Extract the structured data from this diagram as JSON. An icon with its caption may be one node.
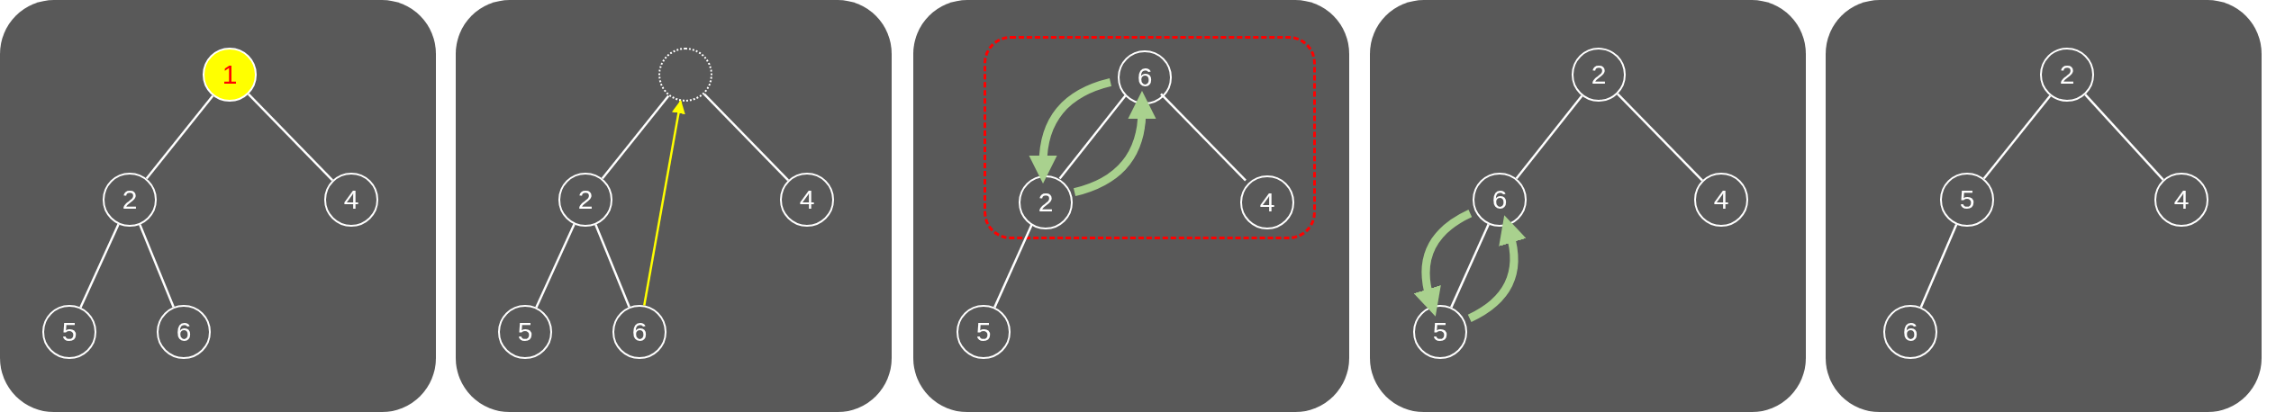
{
  "diagram": {
    "nodes": [
      {
        "text": [],
        "shape": "box"
      },
      {
        "text": [
          "1"
        ],
        "in": 0
      },
      {
        "text": [
          "2"
        ],
        "in": 0
      },
      {
        "text": [
          "4"
        ],
        "in": 0
      },
      {
        "text": [
          "5"
        ],
        "in": 0
      },
      {
        "text": [
          "6"
        ],
        "in": 0
      },
      {
        "text": [],
        "shape": "box"
      },
      {
        "text": [],
        "shape": "circle",
        "in": 6
      },
      {
        "text": [
          "2"
        ],
        "in": 6
      },
      {
        "text": [
          "4"
        ],
        "in": 6
      },
      {
        "text": [
          "5"
        ],
        "in": 6
      },
      {
        "text": [
          "6"
        ],
        "in": 6
      },
      {
        "text": [],
        "shape": "box"
      },
      {
        "text": [],
        "shape": "box",
        "in": 12
      },
      {
        "text": [
          "6"
        ],
        "in": 13
      },
      {
        "text": [
          "2"
        ],
        "in": 13
      },
      {
        "text": [
          "4"
        ],
        "in": 13
      },
      {
        "text": [
          "5"
        ],
        "in": 12
      },
      {
        "text": [],
        "shape": "box"
      },
      {
        "text": [
          "2"
        ],
        "in": 18
      },
      {
        "text": [
          "6"
        ],
        "in": 18
      },
      {
        "text": [
          "4"
        ],
        "in": 18
      },
      {
        "text": [
          "5"
        ],
        "in": 18
      },
      {
        "text": [],
        "shape": "box"
      },
      {
        "text": [
          "2"
        ],
        "in": 23
      },
      {
        "text": [
          "5"
        ],
        "in": 23
      },
      {
        "text": [
          "4"
        ],
        "in": 23
      },
      {
        "text": [
          "6"
        ],
        "in": 23
      }
    ],
    "edges": [
      {
        "from": 1,
        "to": 2,
        "arrow": "none"
      },
      {
        "from": 1,
        "to": 3,
        "arrow": "none"
      },
      {
        "from": 2,
        "to": 4,
        "arrow": "none"
      },
      {
        "from": 2,
        "to": 5,
        "arrow": "none"
      },
      {
        "from": 7,
        "to": 8,
        "arrow": "none"
      },
      {
        "from": 7,
        "to": 9,
        "arrow": "none"
      },
      {
        "from": 8,
        "to": 10,
        "arrow": "none"
      },
      {
        "from": 8,
        "to": 11,
        "arrow": "none"
      },
      {
        "from": 11,
        "to": 7,
        "arrow": "to",
        "color": "#ffff00"
      },
      {
        "from": 14,
        "to": 15,
        "arrow": "none"
      },
      {
        "from": 14,
        "to": 16,
        "arrow": "none"
      },
      {
        "from": 15,
        "to": 17,
        "arrow": "none"
      },
      {
        "from": 14,
        "to": 15,
        "arrow": "to",
        "style": "thick",
        "color": "#a9d18e"
      },
      {
        "from": 15,
        "to": 14,
        "arrow": "to",
        "style": "thick",
        "color": "#a9d18e"
      },
      {
        "from": 19,
        "to": 20,
        "arrow": "none"
      },
      {
        "from": 19,
        "to": 21,
        "arrow": "none"
      },
      {
        "from": 20,
        "to": 22,
        "arrow": "none"
      },
      {
        "from": 20,
        "to": 22,
        "arrow": "to",
        "style": "thick",
        "color": "#a9d18e"
      },
      {
        "from": 22,
        "to": 20,
        "arrow": "to",
        "style": "thick",
        "color": "#a9d18e"
      },
      {
        "from": 24,
        "to": 25,
        "arrow": "none"
      },
      {
        "from": 24,
        "to": 26,
        "arrow": "none"
      },
      {
        "from": 25,
        "to": 27,
        "arrow": "none"
      }
    ]
  }
}
